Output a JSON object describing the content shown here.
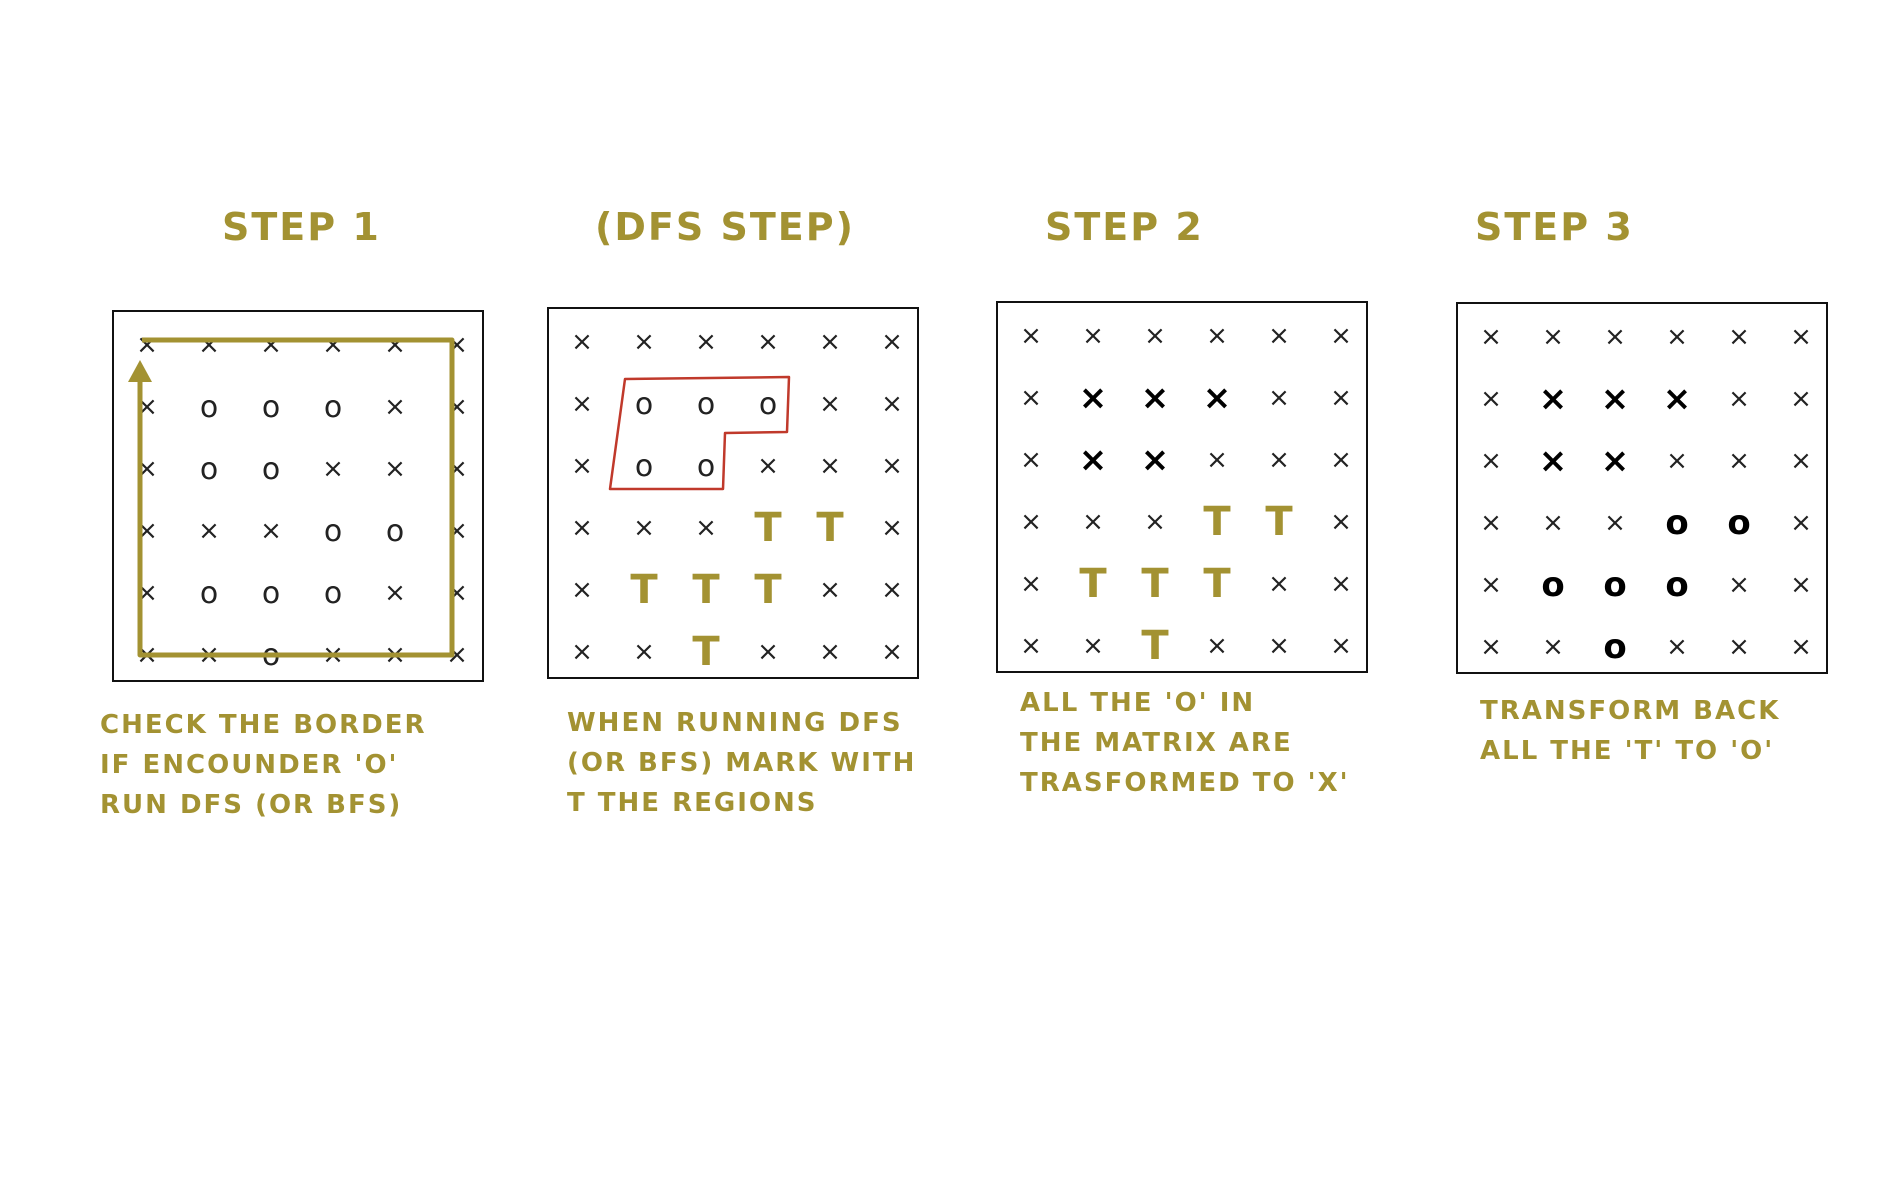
{
  "colors": {
    "ink": "#222222",
    "accent": "#a39232",
    "highlight": "#c0392b",
    "border": "#111111"
  },
  "panels": [
    {
      "title": "STEP 1",
      "grid": [
        [
          "x",
          "x",
          "x",
          "x",
          "x",
          "x"
        ],
        [
          "x",
          "o",
          "o",
          "o",
          "x",
          "x"
        ],
        [
          "x",
          "o",
          "o",
          "x",
          "x",
          "x"
        ],
        [
          "x",
          "x",
          "x",
          "o",
          "o",
          "x"
        ],
        [
          "x",
          "o",
          "o",
          "o",
          "x",
          "x"
        ],
        [
          "x",
          "x",
          "o",
          "x",
          "x",
          "x"
        ]
      ],
      "caption": [
        "CHECK THE BORDER",
        "IF ENCOUNDER 'O'",
        "RUN DFS (OR BFS)"
      ],
      "overlay": "border-path-arrow"
    },
    {
      "title": "(DFS STEP)",
      "grid": [
        [
          "x",
          "x",
          "x",
          "x",
          "x",
          "x"
        ],
        [
          "x",
          "o",
          "o",
          "o",
          "x",
          "x"
        ],
        [
          "x",
          "o",
          "o",
          "x",
          "x",
          "x"
        ],
        [
          "x",
          "x",
          "x",
          "T",
          "T",
          "x"
        ],
        [
          "x",
          "T",
          "T",
          "T",
          "x",
          "x"
        ],
        [
          "x",
          "x",
          "T",
          "x",
          "x",
          "x"
        ]
      ],
      "caption": [
        "WHEN RUNNING DFS",
        "(OR BFS) MARK WITH",
        "T THE REGIONS"
      ],
      "overlay": "region-highlight"
    },
    {
      "title": "STEP 2",
      "grid": [
        [
          "x",
          "x",
          "x",
          "x",
          "x",
          "x"
        ],
        [
          "x",
          "X",
          "X",
          "X",
          "x",
          "x"
        ],
        [
          "x",
          "X",
          "X",
          "x",
          "x",
          "x"
        ],
        [
          "x",
          "x",
          "x",
          "T",
          "T",
          "x"
        ],
        [
          "x",
          "T",
          "T",
          "T",
          "x",
          "x"
        ],
        [
          "x",
          "x",
          "T",
          "x",
          "x",
          "x"
        ]
      ],
      "caption": [
        "ALL THE 'O' IN",
        "THE MATRIX ARE",
        "TRASFORMED TO 'X'"
      ],
      "overlay": ""
    },
    {
      "title": "STEP 3",
      "grid": [
        [
          "x",
          "x",
          "x",
          "x",
          "x",
          "x"
        ],
        [
          "x",
          "X",
          "X",
          "X",
          "x",
          "x"
        ],
        [
          "x",
          "X",
          "X",
          "x",
          "x",
          "x"
        ],
        [
          "x",
          "x",
          "x",
          "O",
          "O",
          "x"
        ],
        [
          "x",
          "O",
          "O",
          "O",
          "x",
          "x"
        ],
        [
          "x",
          "x",
          "O",
          "x",
          "x",
          "x"
        ]
      ],
      "caption": [
        "TRANSFORM BACK",
        "ALL THE 'T' TO 'O'"
      ],
      "overlay": ""
    }
  ]
}
